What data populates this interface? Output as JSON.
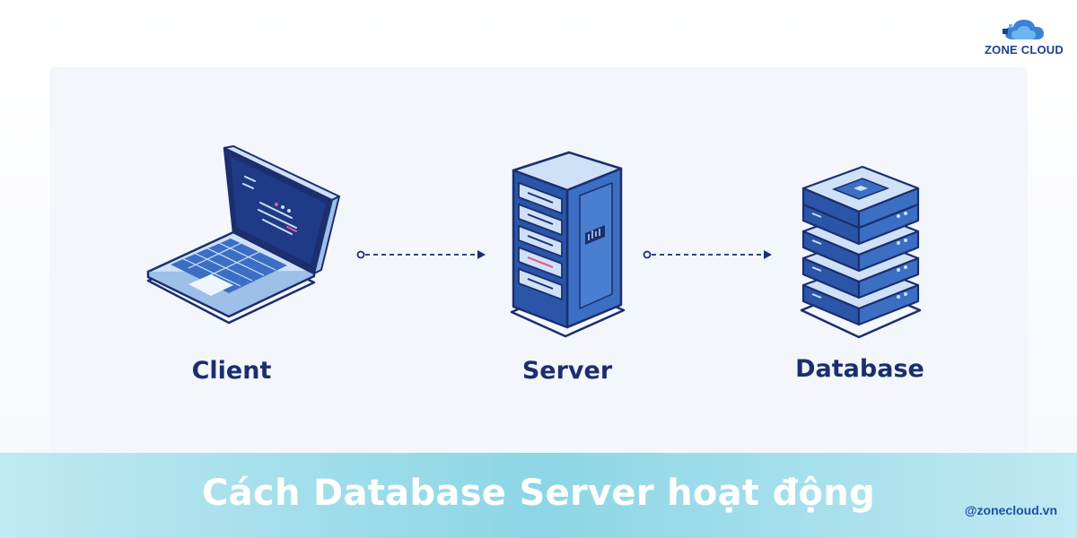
{
  "brand": {
    "name": "ZONE CLOUD",
    "handle": "@zonecloud.vn"
  },
  "diagram": {
    "nodes": [
      {
        "label": "Client",
        "icon": "laptop-icon"
      },
      {
        "label": "Server",
        "icon": "server-rack-icon"
      },
      {
        "label": "Database",
        "icon": "database-stack-icon"
      }
    ]
  },
  "footer": {
    "title": "Cách Database Server hoạt động"
  },
  "colors": {
    "navy": "#1c2e6e",
    "blue": "#3b6fc4",
    "light_blue": "#cfe1f7",
    "footer_bg": "#8dd6e6"
  }
}
